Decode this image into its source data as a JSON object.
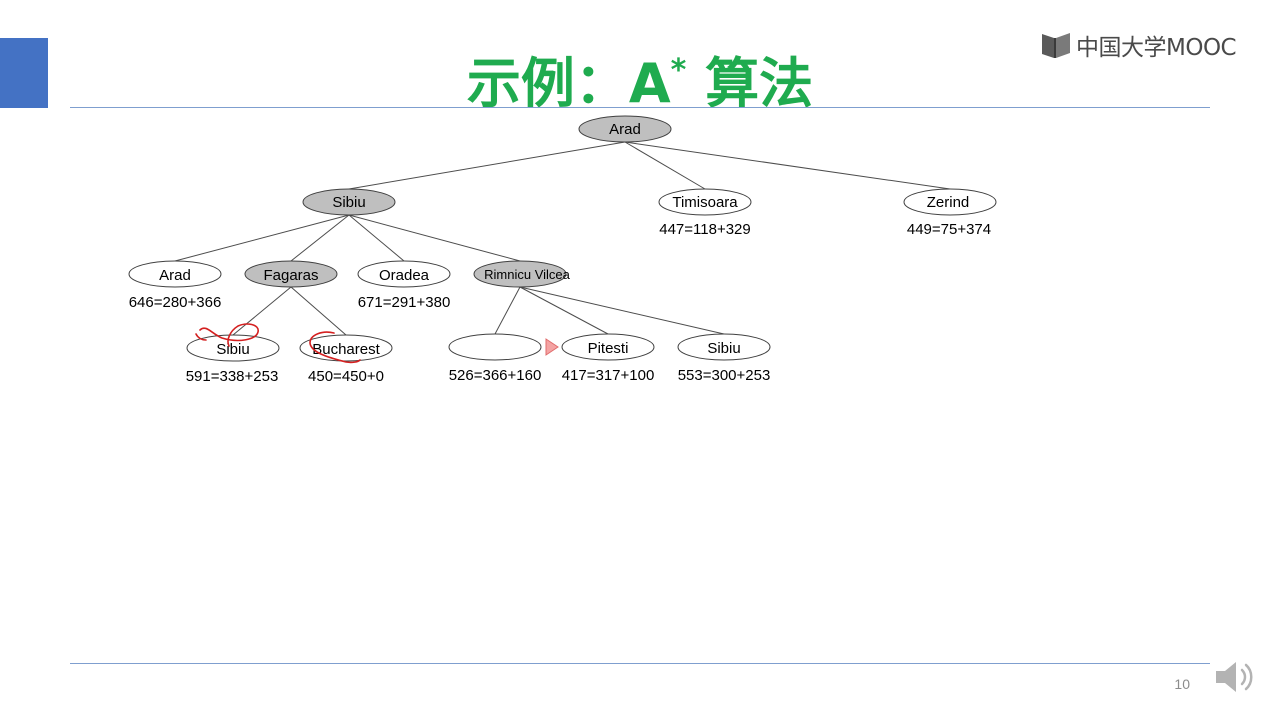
{
  "slide": {
    "title_main": "示例：A",
    "title_sup": "*",
    "title_end": " 算法",
    "page_number": "10",
    "logo_text": "中国大学MOOC"
  },
  "tree": {
    "nodes": {
      "arad_root": {
        "label": "Arad",
        "expanded": true
      },
      "sibiu": {
        "label": "Sibiu",
        "expanded": true
      },
      "timisoara": {
        "label": "Timisoara",
        "f": "447=118+329",
        "expanded": false
      },
      "zerind": {
        "label": "Zerind",
        "f": "449=75+374",
        "expanded": false
      },
      "arad2": {
        "label": "Arad",
        "f": "646=280+366",
        "expanded": false
      },
      "fagaras": {
        "label": "Fagaras",
        "expanded": true
      },
      "oradea": {
        "label": "Oradea",
        "f": "671=291+380",
        "expanded": false
      },
      "rimnicu": {
        "label": "Rimnicu Vilcea",
        "expanded": true
      },
      "sibiu2": {
        "label": "Sibiu",
        "f": "591=338+253",
        "expanded": false
      },
      "bucharest": {
        "label": "Bucharest",
        "f": "450=450+0",
        "expanded": false
      },
      "unnamed": {
        "label": "",
        "f": "526=366+160",
        "expanded": false
      },
      "pitesti": {
        "label": "Pitesti",
        "f": "417=317+100",
        "expanded": false
      },
      "sibiu3": {
        "label": "Sibiu",
        "f": "553=300+253",
        "expanded": false
      }
    },
    "colors": {
      "expanded_fill": "#bfbfbf",
      "open_fill": "#ffffff",
      "annotation": "#d42020",
      "pointer": "#f08080",
      "title": "#1fab4f",
      "accent": "#4472c4"
    }
  }
}
